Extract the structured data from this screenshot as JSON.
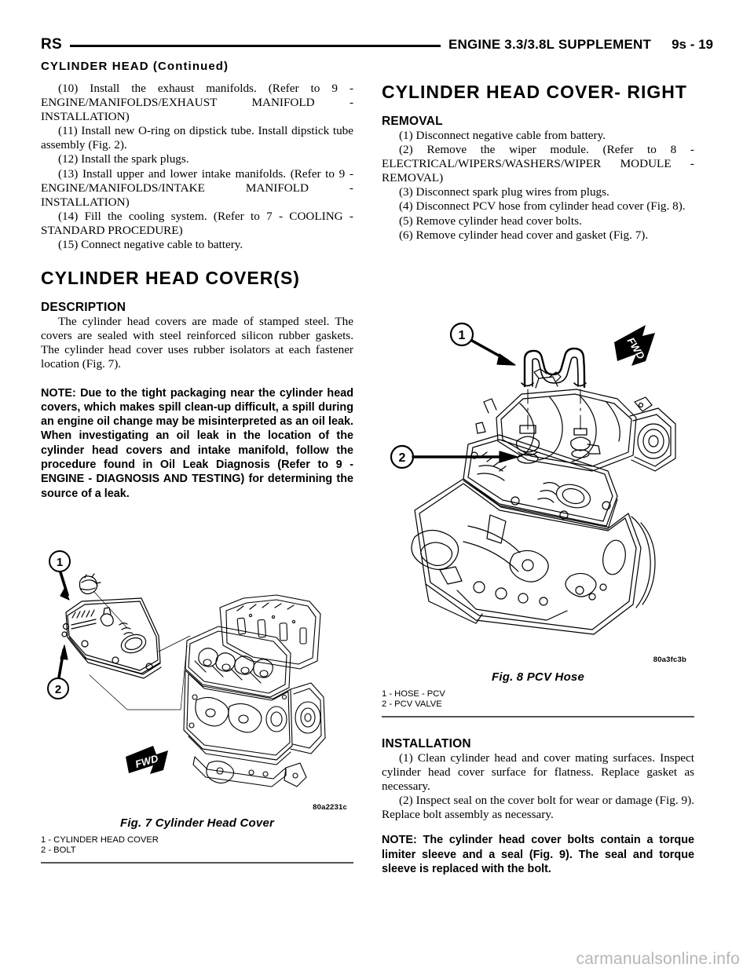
{
  "header": {
    "left_mark": "RS",
    "title": "ENGINE 3.3/3.8L SUPPLEMENT",
    "page_number": "9s - 19",
    "continued": "CYLINDER HEAD (Continued)"
  },
  "left_column": {
    "steps": [
      "(10) Install the exhaust manifolds. (Refer to 9 - ENGINE/MANIFOLDS/EXHAUST MANIFOLD - INSTALLATION)",
      "(11) Install new O-ring on dipstick tube. Install dipstick tube assembly (Fig. 2).",
      "(12) Install the spark plugs.",
      "(13) Install upper and lower intake manifolds. (Refer to 9 - ENGINE/MANIFOLDS/INTAKE MANIFOLD - INSTALLATION)",
      "(14) Fill the cooling system. (Refer to 7 - COOLING - STANDARD PROCEDURE)",
      "(15) Connect negative cable to battery."
    ],
    "section_title": "CYLINDER HEAD COVER(S)",
    "description_heading": "DESCRIPTION",
    "description_text": "The cylinder head covers are made of stamped steel. The covers are sealed with steel reinforced silicon rubber gaskets. The cylinder head cover uses rubber isolators at each fastener location (Fig. 7).",
    "note_text": "NOTE: Due to the tight packaging near the cylinder head covers, which makes spill clean-up difficult, a spill during an engine oil change may be misinterpreted as an oil leak. When investigating an oil leak in the location of the cylinder head covers and intake manifold, follow the procedure found in Oil Leak Diagnosis (Refer to 9 - ENGINE - DIAGNOSIS AND TESTING) for determining the source of a leak."
  },
  "right_column": {
    "section_title": "CYLINDER HEAD COVER- RIGHT",
    "removal_heading": "REMOVAL",
    "removal_steps": [
      "(1) Disconnect negative cable from battery.",
      "(2) Remove the wiper module. (Refer to 8 - ELECTRICAL/WIPERS/WASHERS/WIPER MODULE - REMOVAL)",
      "(3) Disconnect spark plug wires from plugs.",
      "(4) Disconnect PCV hose from cylinder head cover (Fig. 8).",
      "(5) Remove cylinder head cover bolts.",
      "(6) Remove cylinder head cover and gasket (Fig. 7)."
    ],
    "installation_heading": "INSTALLATION",
    "installation_steps": [
      "(1) Clean cylinder head and cover mating surfaces. Inspect cylinder head cover surface for flatness. Replace gasket as necessary.",
      "(2) Inspect seal on the cover bolt for wear or damage (Fig. 9). Replace bolt assembly as necessary."
    ],
    "note_text": "NOTE: The cylinder head cover bolts contain a torque limiter sleeve and a seal (Fig. 9). The seal and torque sleeve is replaced with the bolt."
  },
  "figures": [
    {
      "id_code": "80a2231c",
      "caption": "Fig. 7 Cylinder Head Cover",
      "legend": [
        "1 - CYLINDER HEAD COVER",
        "2 - BOLT"
      ],
      "callouts": [
        "1",
        "2"
      ],
      "direction_label": "FWD"
    },
    {
      "id_code": "80a3fc3b",
      "caption": "Fig. 8 PCV Hose",
      "legend": [
        "1 - HOSE - PCV",
        "2 - PCV VALVE"
      ],
      "callouts": [
        "1",
        "2"
      ],
      "direction_label": "FWD"
    }
  ],
  "watermark": "carmanualsonline.info",
  "colors": {
    "text": "#000000",
    "rule": "#555555",
    "watermark": "#b6b6b6"
  }
}
